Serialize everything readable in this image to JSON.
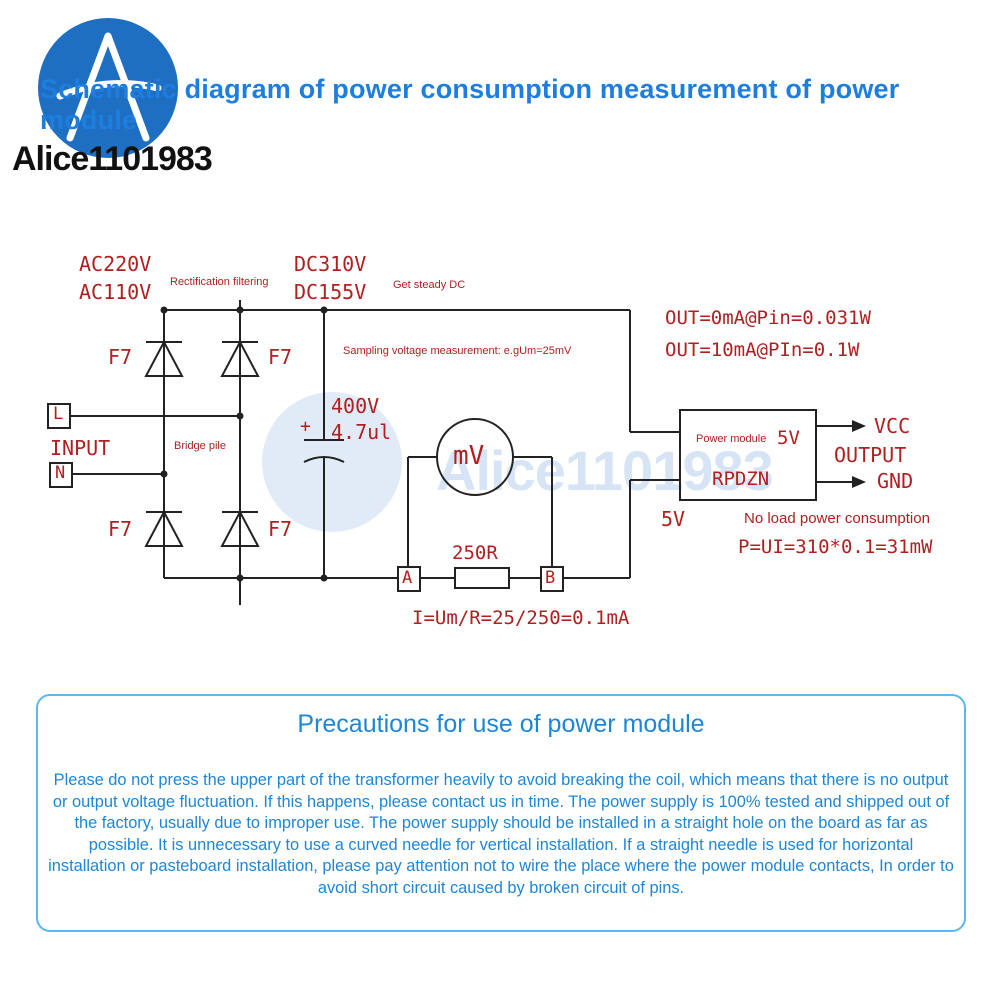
{
  "logo": {
    "brand": "Alice1101983"
  },
  "title": "Schematic diagram of power consumption measurement of power module",
  "watermark": "Alice1101983",
  "diagram": {
    "ac_input_1": "AC220V",
    "ac_input_2": "AC110V",
    "rectification_note": "Rectification filtering",
    "dc_1": "DC310V",
    "dc_2": "DC155V",
    "steady_dc_note": "Get steady DC",
    "sampling_note": "Sampling voltage measurement: e.gUm=25mV",
    "out_line_1": "OUT=0mA@Pin=0.031W",
    "out_line_2": "OUT=10mA@PIn=0.1W",
    "diode_label": "F7",
    "terminal_l": "L",
    "terminal_n": "N",
    "input_label": "INPUT",
    "bridge_label": "Bridge pile",
    "cap_plus": "+",
    "cap_voltage": "400V",
    "cap_value": "4.7ul",
    "meter_label": "mV",
    "resistor_label": "250R",
    "node_a": "A",
    "node_b": "B",
    "current_formula": "I=Um/R=25/250=0.1mA",
    "module_label": "Power module",
    "module_5v": "5V",
    "module_name": "RPDZN",
    "vcc": "VCC",
    "output": "OUTPUT",
    "gnd": "GND",
    "left_5v": "5V",
    "no_load_note": "No load power consumption",
    "power_formula": "P=UI=310*0.1=31mW"
  },
  "precautions": {
    "heading": "Precautions for use of power module",
    "body": "Please do not press the upper part of the transformer heavily to avoid breaking the coil, which means that there is no output or output voltage fluctuation. If this happens, please contact us in time. The power supply is 100% tested and shipped out of the factory, usually due to improper use. The power supply should be installed in a straight hole on the board as far as possible. It is unnecessary to use a curved needle for vertical installation. If a straight needle is used for horizontal installation or pasteboard installation, please pay attention not to wire the place where the power module contacts, In order to avoid short circuit caused by broken circuit of pins."
  },
  "colors": {
    "title_blue": "#1e7ee0",
    "logo_blue": "#1e6fc2",
    "label_red": "#b02020",
    "box_border": "#5ab8f0",
    "note_blue": "#1d86d8"
  }
}
